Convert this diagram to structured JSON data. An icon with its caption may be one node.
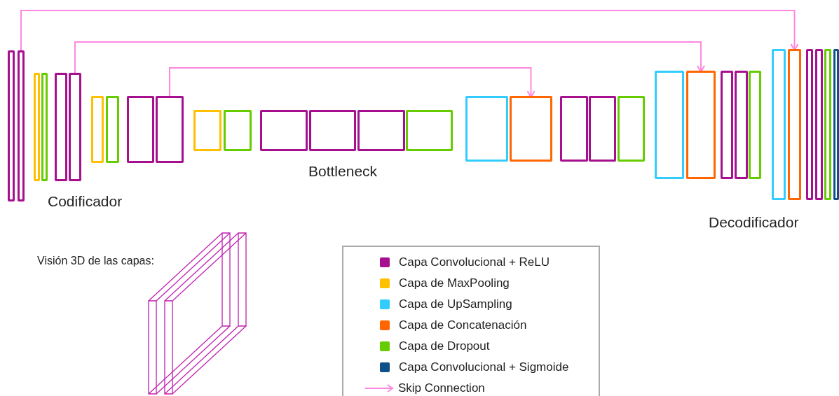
{
  "diagram": {
    "nodes": [
      {
        "text": [],
        "shape": "box"
      },
      {
        "text": [],
        "shape": "box"
      },
      {
        "text": [],
        "shape": "box"
      },
      {
        "text": [],
        "shape": "box"
      },
      {
        "text": [],
        "shape": "box"
      },
      {
        "text": [],
        "shape": "box"
      },
      {
        "text": [],
        "shape": "box"
      },
      {
        "text": [],
        "shape": "box"
      },
      {
        "text": [],
        "shape": "box"
      },
      {
        "text": [],
        "shape": "box"
      },
      {
        "text": [],
        "shape": "box"
      },
      {
        "text": [],
        "shape": "box"
      },
      {
        "text": [],
        "shape": "box"
      },
      {
        "text": [],
        "shape": "box"
      },
      {
        "text": [],
        "shape": "box"
      },
      {
        "text": [],
        "shape": "box"
      },
      {
        "text": [],
        "shape": "box"
      },
      {
        "text": [],
        "shape": "box"
      },
      {
        "text": [],
        "shape": "box"
      },
      {
        "text": [],
        "shape": "box"
      },
      {
        "text": [],
        "shape": "box"
      },
      {
        "text": [],
        "shape": "box"
      },
      {
        "text": [],
        "shape": "box"
      },
      {
        "text": [],
        "shape": "box"
      },
      {
        "text": [],
        "shape": "box"
      },
      {
        "text": [],
        "shape": "box"
      },
      {
        "text": [],
        "shape": "box"
      },
      {
        "text": [],
        "shape": "box"
      },
      {
        "text": [],
        "shape": "box"
      },
      {
        "text": [],
        "shape": "box"
      },
      {
        "text": [],
        "shape": "box"
      },
      {
        "text": [],
        "shape": "box"
      }
    ],
    "edges": [
      {
        "from": 1,
        "to": 27,
        "arrow": "to"
      },
      {
        "from": 5,
        "to": 22,
        "arrow": "to"
      },
      {
        "from": 9,
        "to": 17,
        "arrow": "to"
      }
    ],
    "labels": [
      "Codificador",
      "Bottleneck",
      "Decodificador",
      "Visión 3D de las capas:"
    ],
    "legend": [
      {
        "text": "Capa Convolucional + ReLU",
        "color": "#a6108f"
      },
      {
        "text": "Capa de MaxPooling",
        "color": "#ffc000"
      },
      {
        "text": "Capa de UpSampling",
        "color": "#33ccff"
      },
      {
        "text": "Capa de Concatenación",
        "color": "#ff6600"
      },
      {
        "text": "Capa de Dropout",
        "color": "#66cc00"
      },
      {
        "text": "Capa Convolucional + Sigmoide",
        "color": "#0f4f8a"
      },
      {
        "text": "Skip Connection"
      }
    ]
  }
}
